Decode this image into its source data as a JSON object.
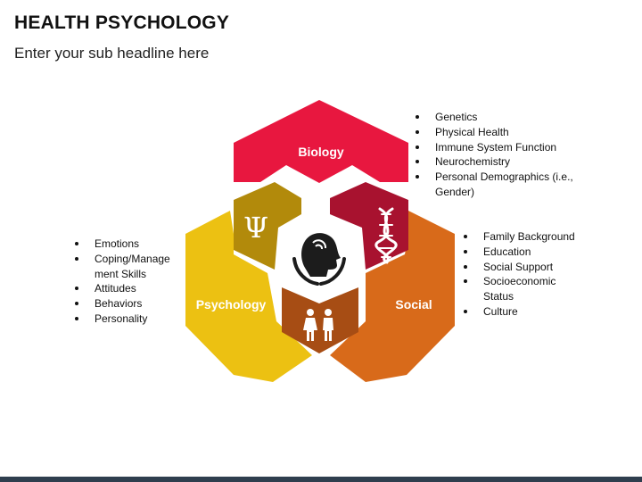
{
  "title": "HEALTH PSYCHOLOGY",
  "subtitle": "Enter your sub headline here",
  "segments": {
    "biology": {
      "label": "Biology",
      "color": "#e8173f",
      "inner_color": "#a8122f",
      "icon": "dna-icon"
    },
    "psychology": {
      "label": "Psychology",
      "color": "#ecc112",
      "inner_color": "#b28a0b",
      "icon": "psi-icon"
    },
    "social": {
      "label": "Social",
      "color": "#d86a1a",
      "inner_color": "#a74d14",
      "icon": "people-icon"
    }
  },
  "center": {
    "icon": "head-in-hands-icon"
  },
  "lists": {
    "biology": [
      "Genetics",
      "Physical Health",
      "Immune System Function",
      "Neurochemistry",
      "Personal Demographics (i.e., Gender)"
    ],
    "psychology": [
      "Emotions",
      "Coping/Manage ment Skills",
      "Attitudes",
      "Behaviors",
      "Personality"
    ],
    "social": [
      "Family Background",
      "Education",
      "Social Support",
      "Socioeconomic Status",
      "Culture"
    ]
  }
}
